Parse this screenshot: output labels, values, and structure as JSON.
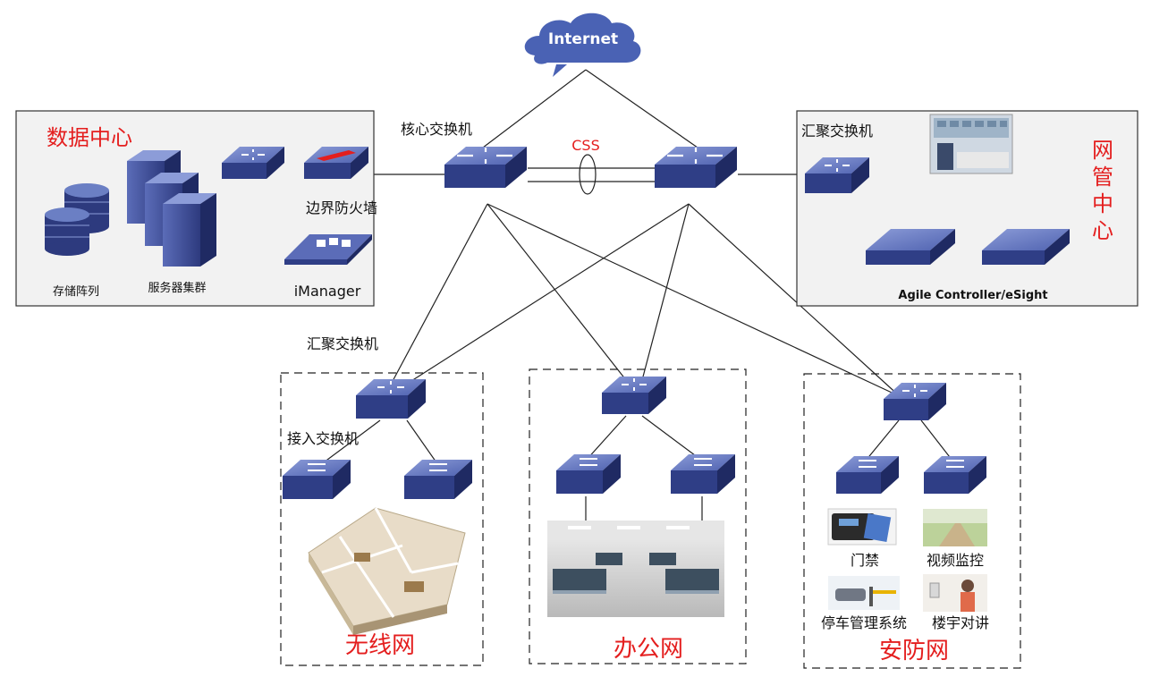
{
  "internet": {
    "label": "Internet"
  },
  "core": {
    "label": "核心交换机",
    "css_label": "CSS"
  },
  "data_center": {
    "title": "数据中心",
    "storage_label": "存储阵列",
    "servers_label": "服务器集群",
    "firewall_label": "边界防火墙",
    "imanager_label": "iManager"
  },
  "nms_center": {
    "title": "网管中心",
    "agg_label": "汇聚交换机",
    "controller_label": "Agile Controller/eSight"
  },
  "access_zone": {
    "agg_label": "汇聚交换机",
    "access_label": "接入交换机"
  },
  "wireless": {
    "title": "无线网"
  },
  "office": {
    "title": "办公网"
  },
  "security": {
    "title": "安防网",
    "items": [
      "门禁",
      "视频监控",
      "停车管理系统",
      "楼宇对讲"
    ]
  },
  "colors": {
    "device_top": "#6b7fc4",
    "device_side": "#2f3e86",
    "accent_red": "#e41e1e",
    "cloud": "#4a62b4"
  }
}
